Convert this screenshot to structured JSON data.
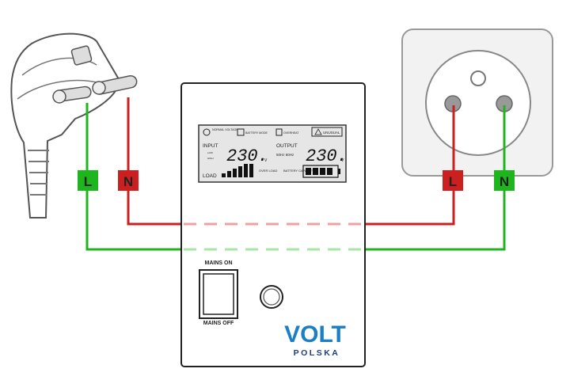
{
  "wiring": {
    "plug_labels": {
      "left": "L",
      "right": "N"
    },
    "socket_labels": {
      "left": "L",
      "right": "N"
    },
    "colors": {
      "live": "#cc1f1f",
      "neutral": "#1fb51f",
      "live_dashed": "#f0a0a0",
      "neutral_dashed": "#a6e6a6"
    }
  },
  "display": {
    "status": {
      "normal": "NORMAL VOLTAGE",
      "battery": "BATTERY MODE",
      "overheat": "OVERHEAT",
      "unusual": "UNUSUAL"
    },
    "input_label": "INPUT",
    "input_low": "LOW",
    "input_high": "HIGH",
    "input_value": "230.",
    "input_unit": "V",
    "output_label": "OUTPUT",
    "frequency": "50Hz  60Hz",
    "output_value": "230.",
    "output_unit": "V",
    "load_label": "LOAD",
    "overload": "OVER LOAD",
    "battery_capacity": "BATTERY CAPACITY"
  },
  "switch": {
    "top_label": "MAINS ON",
    "bottom_label": "MAINS OFF"
  },
  "brand": {
    "name": "VOLT",
    "sub": "POLSKA",
    "color": "#1a7fc4",
    "sub_color": "#1b3f7a"
  }
}
